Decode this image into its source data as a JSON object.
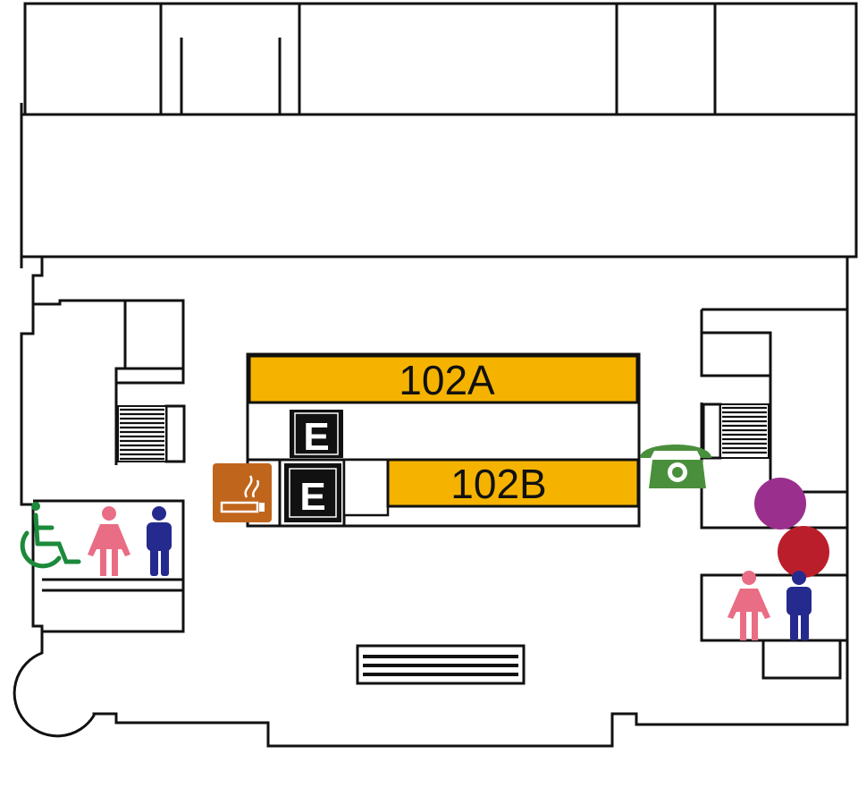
{
  "floor_map": {
    "rooms": [
      {
        "id": "102A",
        "label": "102A"
      },
      {
        "id": "102B",
        "label": "102B"
      }
    ],
    "elevators": [
      {
        "label": "E"
      },
      {
        "label": "E"
      }
    ],
    "amenities": {
      "smoking_area": {
        "icon": "smoking-area-icon"
      },
      "telephone": {
        "icon": "telephone-icon"
      },
      "accessible_restroom": {
        "icon": "wheelchair-icon"
      },
      "womens_restroom": {
        "icon": "woman-icon"
      },
      "mens_restroom": {
        "icon": "man-icon"
      }
    },
    "colors": {
      "room_fill": "#f5b300",
      "wall": "#111111",
      "smoking": "#c0651c",
      "telephone": "#4a8f3c",
      "wheelchair": "#1b8a3a",
      "women": "#e96d84",
      "men": "#252a8e",
      "marker_purple": "#9b2f8e",
      "marker_red": "#bb1e2b"
    }
  }
}
